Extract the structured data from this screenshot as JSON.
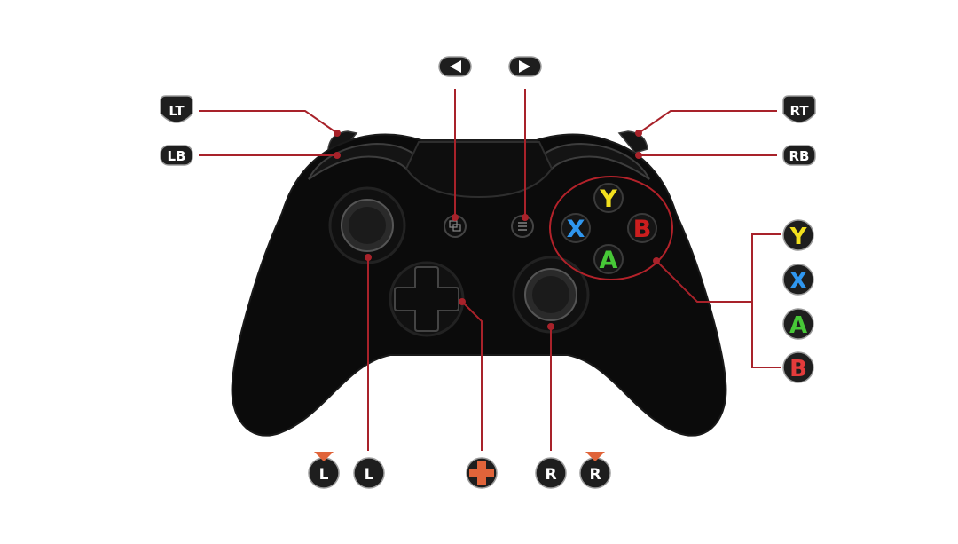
{
  "colors": {
    "background": "#ffffff",
    "controller_body": "#0b0b0b",
    "controller_edge": "#3a3a3a",
    "leader_line": "#a8222a",
    "badge_fill": "#1e1e1e",
    "badge_border": "#9a9a9a",
    "press_marker": "#e0643a",
    "dpad_badge": "#e0643a",
    "face_y": "#f2e01e",
    "face_x": "#2f97f0",
    "face_a": "#47c837",
    "face_b": "#e43b3b",
    "face_b_on_controller": "#cc1e1e"
  },
  "top_buttons": {
    "view": {
      "icon": "left-triangle-icon"
    },
    "menu": {
      "icon": "right-triangle-icon"
    }
  },
  "labels": {
    "lt": "LT",
    "lb": "LB",
    "rt": "RT",
    "rb": "RB"
  },
  "face_buttons_controller": {
    "y": "Y",
    "x": "X",
    "b": "B",
    "a": "A"
  },
  "face_buttons_legend": [
    "Y",
    "X",
    "A",
    "B"
  ],
  "bottom_labels": {
    "left_stick_press": "L",
    "left_stick": "L",
    "dpad": {
      "icon": "dpad-cross-icon"
    },
    "right_stick": "R",
    "right_stick_press": "R"
  }
}
